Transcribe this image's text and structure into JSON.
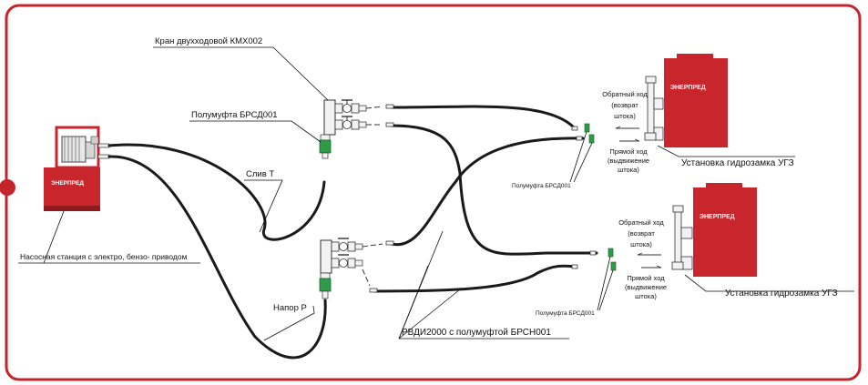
{
  "colors": {
    "frame": "#c4252b",
    "unit_body": "#c8262c",
    "unit_dark": "#8e1a1e",
    "hose": "#1a1a1a",
    "coupling_green": "#2e9b49",
    "valve_body": "#f2f2f2"
  },
  "brand_name": "ЭНЕРПРЕД",
  "labels": {
    "valve": "Кран двухходовой КМХ002",
    "coupling_top": "Полумуфта БРСД001",
    "drain": "Слив Т",
    "pressure": "Напор Р",
    "pump_station": "Насосная станция с электро, бензо- приводом",
    "hose": "РВДИ2000 с полумуфтой БРСН001"
  },
  "lock_units": [
    {
      "return_stroke": [
        "Обратный ход",
        "(возврат",
        "штока)"
      ],
      "forward_stroke": [
        "Прямой ход",
        "(выдвижение",
        "штока)"
      ],
      "coupling": "Полумуфта БРСД001",
      "name": "Установка гидрозамка УГЗ"
    },
    {
      "return_stroke": [
        "Обратный ход",
        "(возврат",
        "штока)"
      ],
      "forward_stroke": [
        "Прямой ход",
        "(выдвижение",
        "штока)"
      ],
      "coupling": "Полумуфта БРСД001",
      "name": "Установка гидрозамка УГЗ"
    }
  ]
}
